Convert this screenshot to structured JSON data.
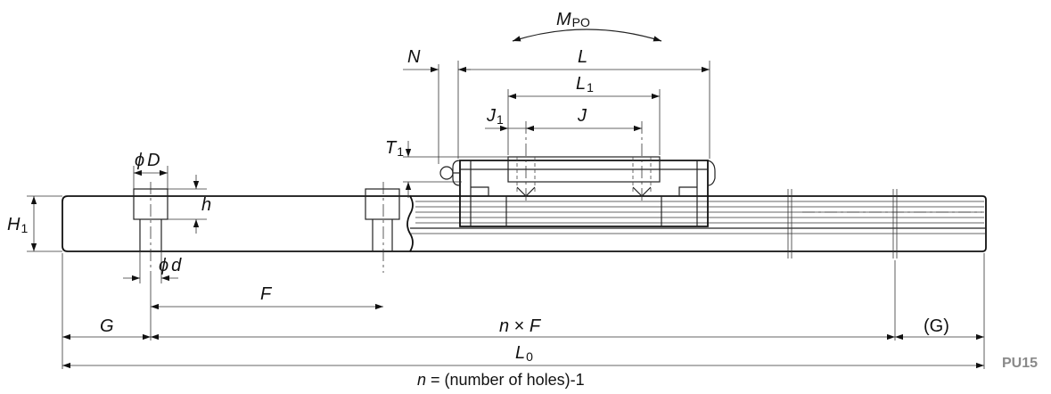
{
  "labels": {
    "moment": "M",
    "moment_sub": "PO",
    "N": "N",
    "L": "L",
    "L1": "L",
    "L1_sub": "1",
    "J1": "J",
    "J1_sub": "1",
    "J": "J",
    "T1": "T",
    "T1_sub": "1",
    "phiD_sym": "ϕ",
    "D": "D",
    "h": "h",
    "H1": "H",
    "H1_sub": "1",
    "phid_sym": "ϕ",
    "d": "d",
    "F": "F",
    "G_left": "G",
    "nxF_n": "n",
    "nxF_times": " × ",
    "nxF_F": "F",
    "G_right": "(G)",
    "L0": "L",
    "L0_sub": "0",
    "footnote_n": "n",
    "footnote_rest": " = (number of holes)-1"
  },
  "code": "PU15"
}
